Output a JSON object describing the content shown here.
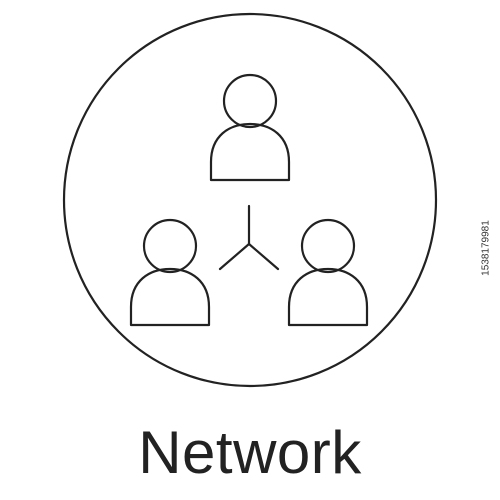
{
  "caption": "Network",
  "side_id": "1538179981",
  "colors": {
    "stroke": "#222222",
    "background": "#ffffff"
  },
  "icons": {
    "outer": "circle-outline",
    "top_person": "person-icon",
    "left_person": "person-icon",
    "right_person": "person-icon",
    "connector": "three-way-connector-icon"
  }
}
